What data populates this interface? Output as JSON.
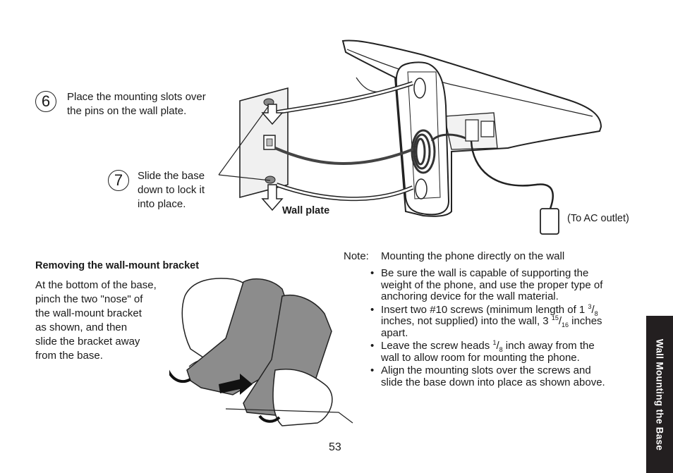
{
  "step6": {
    "number": "6",
    "text_line1": "Place the mounting slots over",
    "text_line2": "the pins on the wall plate."
  },
  "step7": {
    "number": "7",
    "text_line1": "Slide the base",
    "text_line2": "down to lock it",
    "text_line3": "into place."
  },
  "labels": {
    "wall_plate": "Wall plate",
    "ac_outlet": "(To AC outlet)"
  },
  "removing": {
    "heading": "Removing the wall-mount bracket",
    "lines": [
      "At the bottom of the base,",
      "pinch the two \"nose\" of",
      "the wall-mount bracket",
      "as shown, and then",
      "slide the bracket away",
      "from the base."
    ]
  },
  "note": {
    "label": "Note:",
    "intro": "Mounting the phone directly on the wall",
    "b1_l1": "Be sure the wall is capable of supporting the",
    "b1_l2": "weight of the phone, and use the proper type of",
    "b1_l3": "anchoring device for the wall material.",
    "b2_a": "Insert two #10 screws (minimum length of 1 ",
    "b2_sup1": "3",
    "b2_slash1": "/",
    "b2_sub1": "8",
    "b2_l2a": "inches, not supplied) into the wall, 3 ",
    "b2_sup2": "15",
    "b2_slash2": "/",
    "b2_sub2": "16",
    "b2_l2b": " inches",
    "b2_l3": "apart.",
    "b3_a": "Leave the screw heads ",
    "b3_sup": "1",
    "b3_slash": "/",
    "b3_sub": "8",
    "b3_b": " inch away from the",
    "b3_l2": "wall to allow room for mounting the phone.",
    "b4_l1": "Align the mounting slots over the screws and",
    "b4_l2": "slide the base down into place as shown above."
  },
  "page_number": "53",
  "side_tab": "Wall Mounting the Base"
}
